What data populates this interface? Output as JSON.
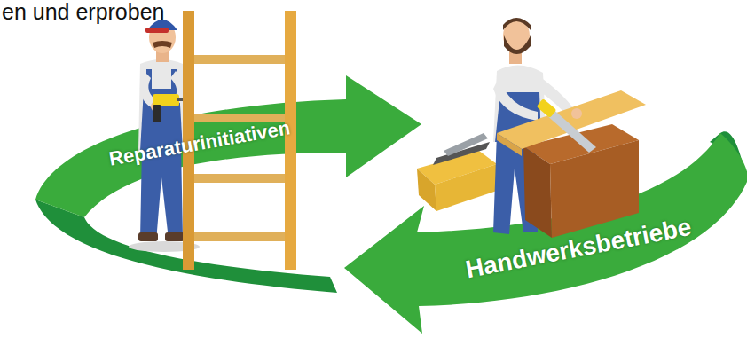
{
  "diagram": {
    "nodes": [
      {
        "text": [
          "Reparaturinitiativen"
        ]
      },
      {
        "text": [
          "Handwerksbetriebe"
        ]
      }
    ],
    "labels": [
      "en und erproben"
    ]
  }
}
